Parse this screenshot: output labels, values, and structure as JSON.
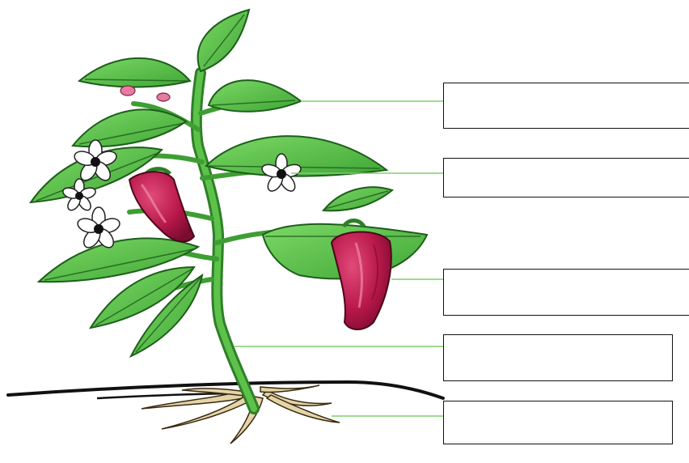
{
  "diagram": {
    "subject": "pepper plant",
    "labels": [
      {
        "id": "leaf",
        "text": ""
      },
      {
        "id": "flower",
        "text": ""
      },
      {
        "id": "fruit",
        "text": ""
      },
      {
        "id": "stem",
        "text": ""
      },
      {
        "id": "roots",
        "text": ""
      }
    ],
    "colors": {
      "leaf_fill": "#5cc24a",
      "leaf_dark": "#2e8b2a",
      "leaf_vein": "#1d5e1a",
      "stem": "#3f9e33",
      "pepper_fill": "#b8174a",
      "pepper_highlight": "#e04a7a",
      "flower_petal": "#ffffff",
      "flower_center": "#111111",
      "bud": "#e87aa0",
      "root": "#d8c9a0",
      "soil_line": "#111111",
      "leader_line": "#7fcf6a",
      "box_border": "#111111"
    }
  }
}
